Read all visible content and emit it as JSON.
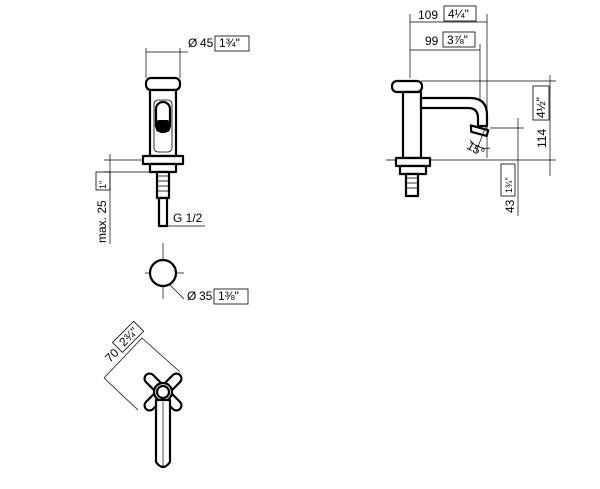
{
  "front_view": {
    "handle_diameter": {
      "symbol": "Ø",
      "mm": "45",
      "inch": "1¾\""
    },
    "max_height": {
      "mm": "max. 25",
      "inch": "1\""
    },
    "thread": "G 1/2",
    "base_diameter": {
      "symbol": "Ø",
      "mm": "35",
      "inch": "1⅜\""
    }
  },
  "side_view": {
    "reach_total": {
      "mm": "109",
      "inch": "4¼\""
    },
    "reach_spout": {
      "mm": "99",
      "inch": "3⅞\""
    },
    "height_total": {
      "mm": "114",
      "inch": "4½\""
    },
    "spout_height": {
      "mm": "43",
      "inch": "1¾\""
    },
    "angle": "15°"
  },
  "top_view": {
    "handle_span": {
      "mm": "70",
      "inch": "2¾\""
    }
  }
}
